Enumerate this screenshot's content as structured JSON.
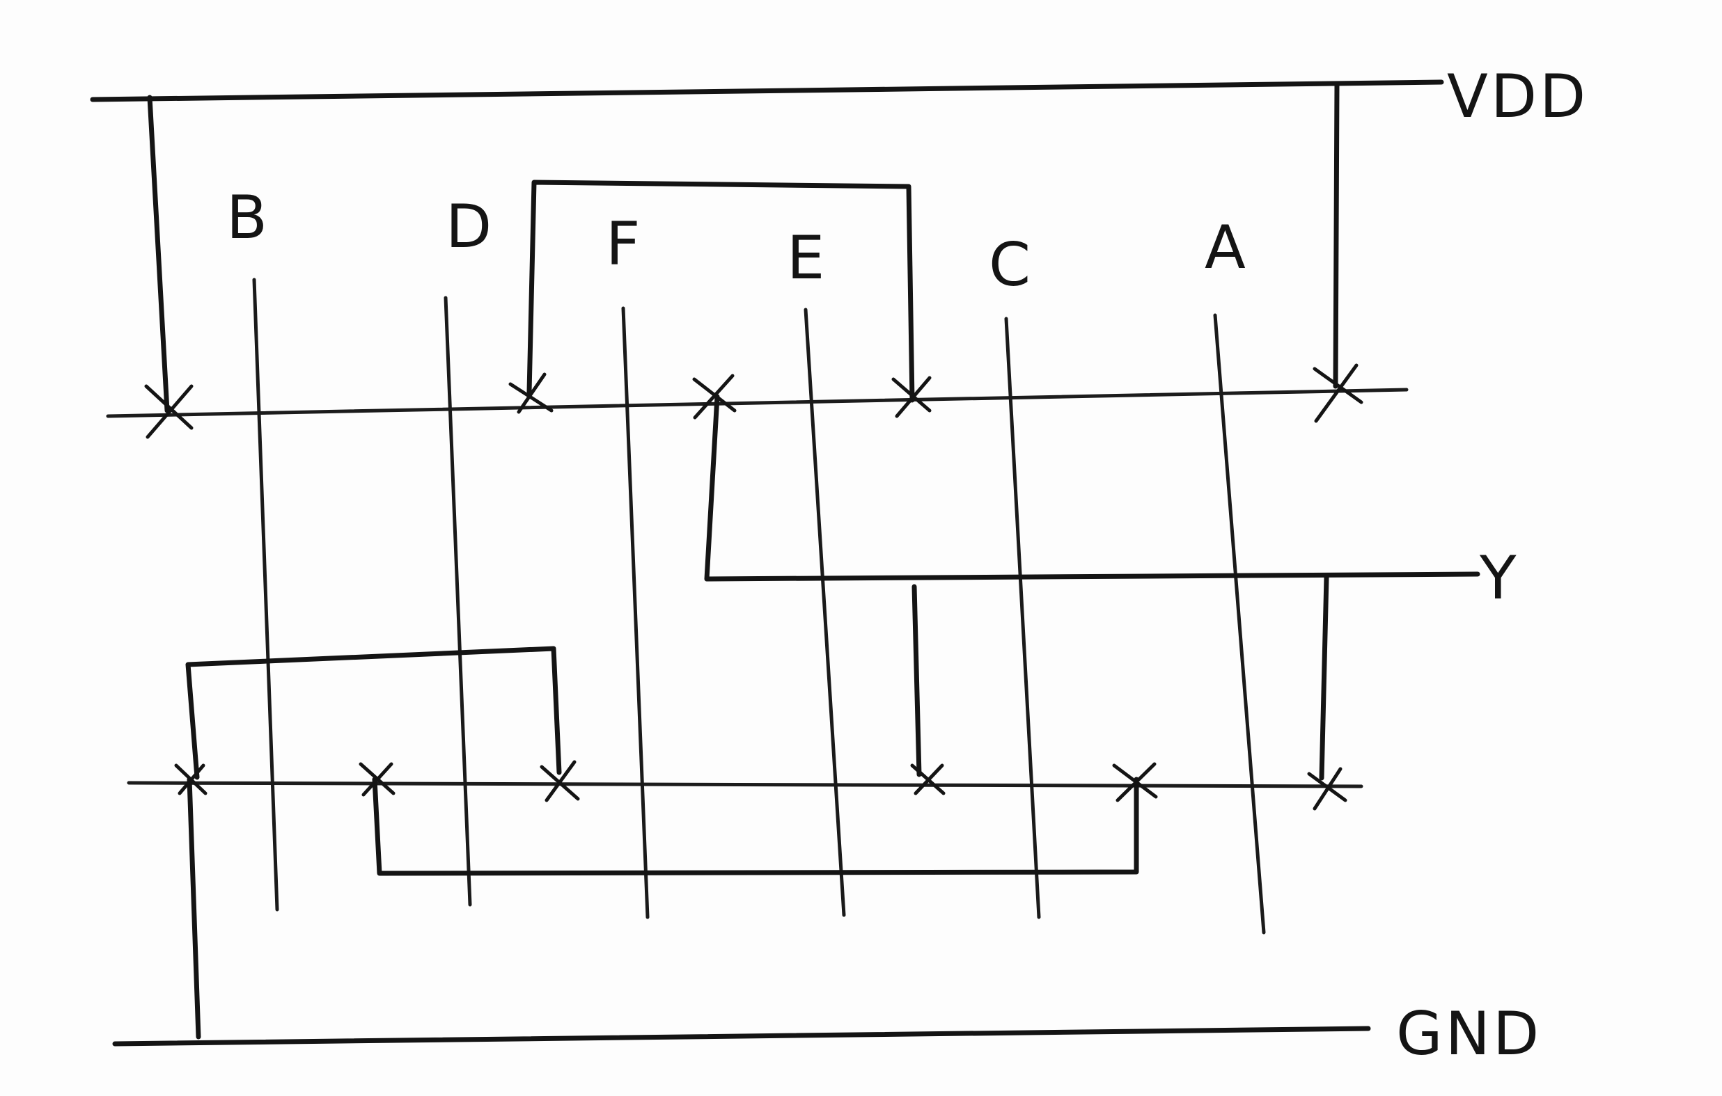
{
  "rails": {
    "vdd": "VDD",
    "gnd": "GND"
  },
  "output": "Y",
  "gate_inputs": [
    "B",
    "D",
    "F",
    "E",
    "C",
    "A"
  ],
  "colors": {
    "ink": "#141414",
    "paper": "#fdfdfd"
  }
}
